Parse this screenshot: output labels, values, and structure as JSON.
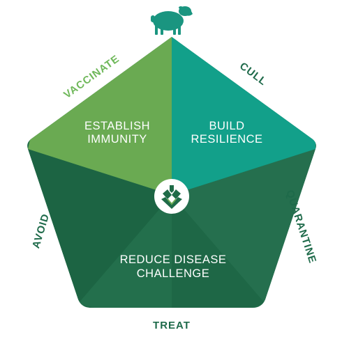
{
  "segments": {
    "top_left": {
      "line1": "ESTABLISH",
      "line2": "IMMUNITY",
      "color": "#6aaa52"
    },
    "top_right": {
      "line1": "BUILD",
      "line2": "RESILIENCE",
      "color": "#12a08a"
    },
    "bottom": {
      "line1": "REDUCE DISEASE",
      "line2": "CHALLENGE",
      "color": "#1f6b48"
    }
  },
  "edges": {
    "vaccinate": "VACCINATE",
    "cull": "CULL",
    "quarantine": "QUARANTINE",
    "treat": "TREAT",
    "avoid": "AVOID"
  },
  "icons": {
    "top": "sheep-icon",
    "center": "leaf-logo-icon"
  },
  "colors": {
    "dark_green": "#1f6b48",
    "light_green": "#6aaa52",
    "teal": "#12a08a",
    "label_dark": "#1e6a4a",
    "label_light": "#6fb85a"
  }
}
